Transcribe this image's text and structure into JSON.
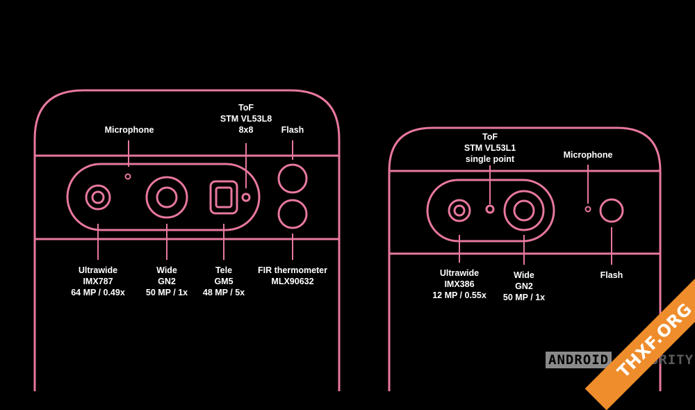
{
  "colors": {
    "outline": "#e8789f",
    "background": "#000000",
    "text": "#ffffff"
  },
  "left_phone": {
    "labels": {
      "microphone": [
        "Microphone"
      ],
      "tof": [
        "ToF",
        "STM VL53L8",
        "8x8"
      ],
      "flash": [
        "Flash"
      ],
      "ultrawide": [
        "Ultrawide",
        "IMX787",
        "64 MP / 0.49x"
      ],
      "wide": [
        "Wide",
        "GN2",
        "50 MP / 1x"
      ],
      "tele": [
        "Tele",
        "GM5",
        "48 MP / 5x"
      ],
      "fir": [
        "FIR thermometer",
        "MLX90632"
      ]
    }
  },
  "right_phone": {
    "labels": {
      "tof": [
        "ToF",
        "STM VL53L1",
        "single point"
      ],
      "microphone": [
        "Microphone"
      ],
      "ultrawide": [
        "Ultrawide",
        "IMX386",
        "12 MP / 0.55x"
      ],
      "wide": [
        "Wide",
        "GN2",
        "50 MP / 1x"
      ],
      "flash": [
        "Flash"
      ]
    }
  },
  "watermark": {
    "box_text": "ANDROID",
    "text": "AUTHORITY"
  },
  "ribbon": {
    "text": "THXF.ORG"
  }
}
